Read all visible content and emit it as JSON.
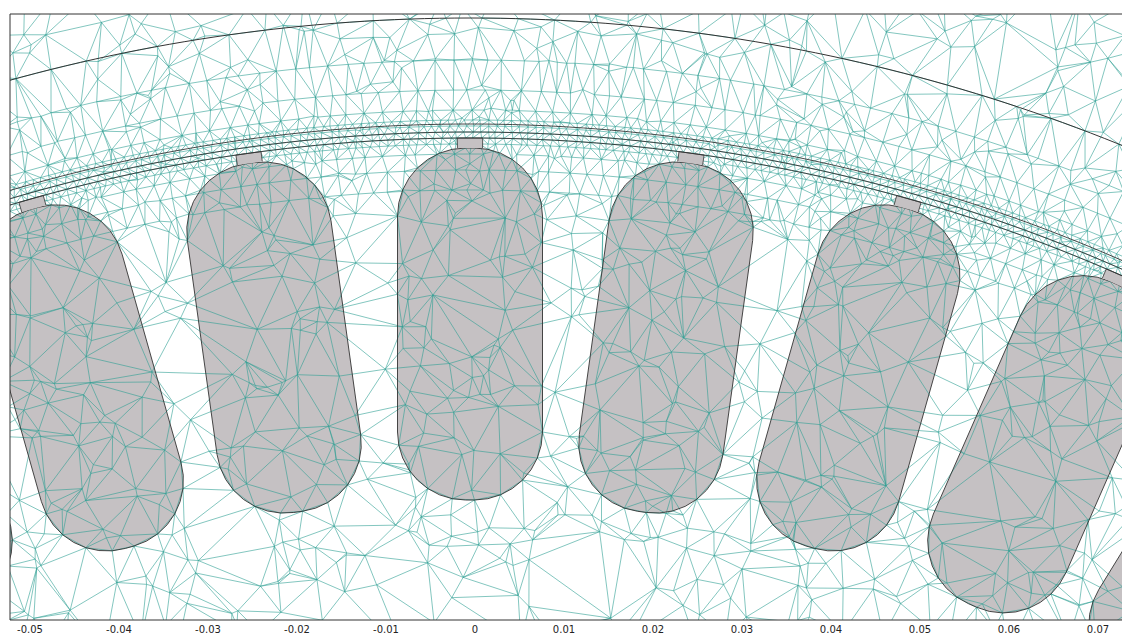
{
  "diagram": {
    "labels": [
      "-0.05",
      "-0.04",
      "-0.03",
      "-0.02",
      "-0.01",
      "0",
      "0.01",
      "0.02",
      "0.03",
      "0.04",
      "0.05",
      "0.06",
      "0.07"
    ]
  }
}
